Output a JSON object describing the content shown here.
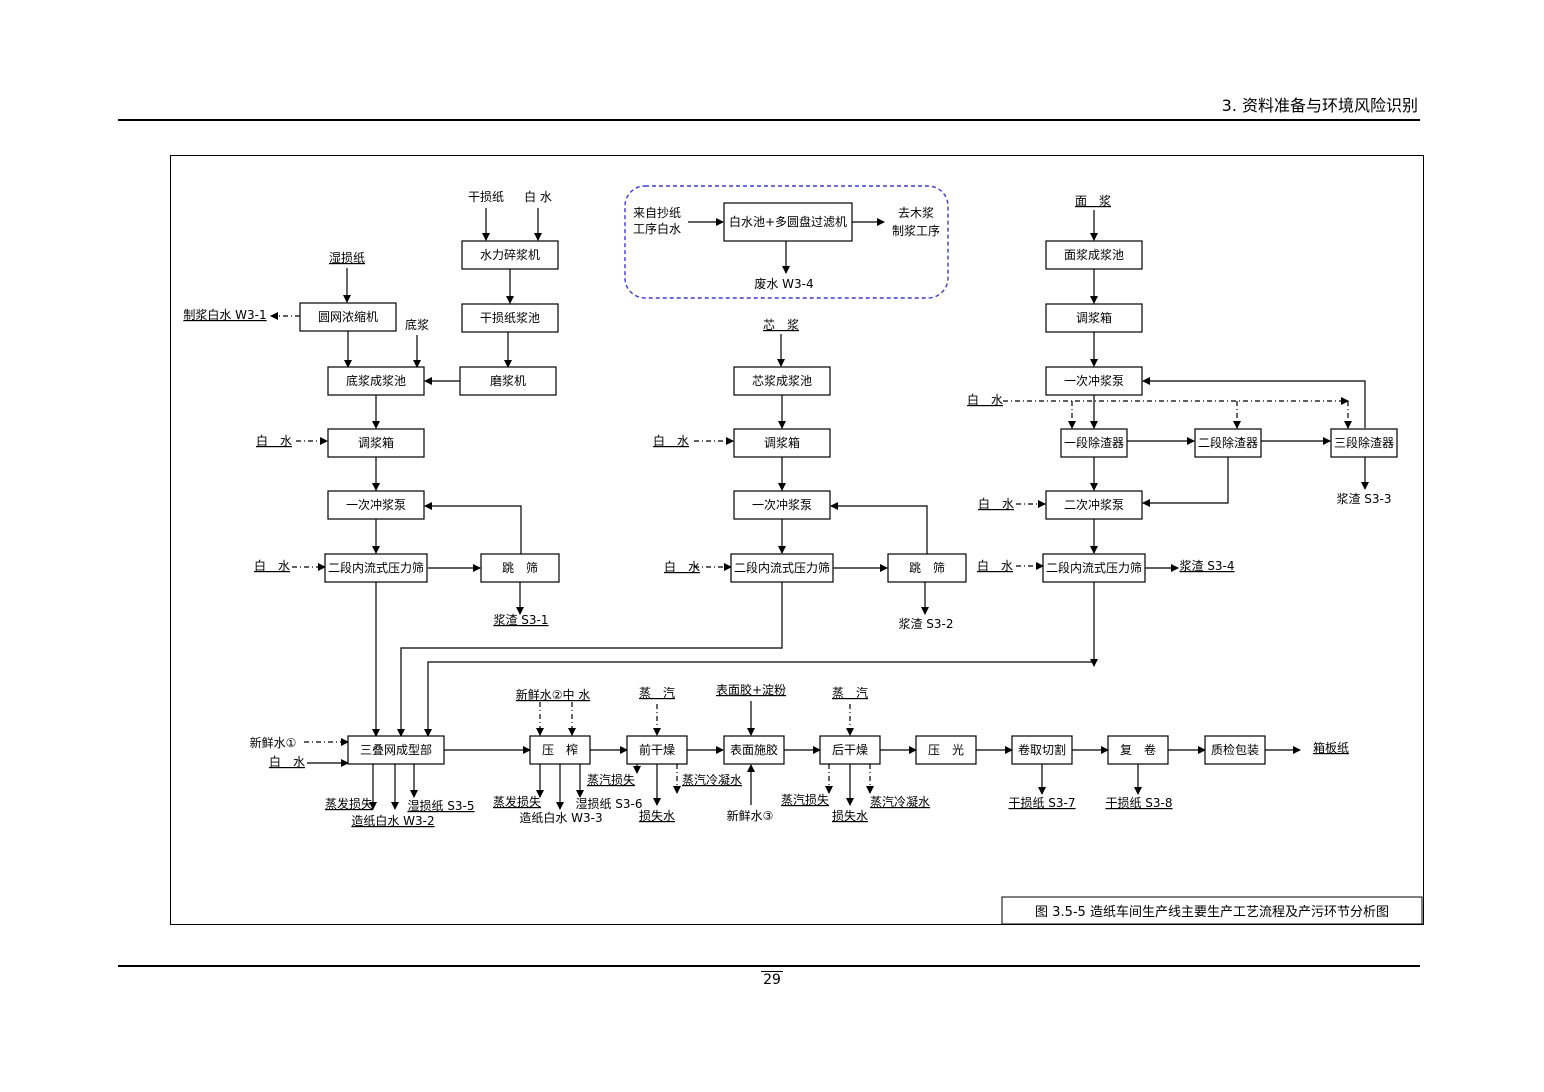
{
  "header": {
    "title": "3. 资料准备与环境风险识别"
  },
  "footer": {
    "page_number": "29"
  },
  "figure": {
    "caption": "图 3.5-5    造纸车间生产线主要生产工艺流程及产污环节分析图"
  },
  "nodes": {
    "hydra_pulper": "水力碎浆机",
    "dry_broke_chest": "干损纸浆池",
    "refiner": "磨浆机",
    "disc_thickener": "圆网浓缩机",
    "bottom_stock_chest": "底浆成浆池",
    "bottom_machine_chest": "调浆箱",
    "bottom_fan_pump": "一次冲浆泵",
    "bottom_pressure_screen": "二段内流式压力筛",
    "bottom_vibrating_screen": "跳　筛",
    "whitewater_filter": "白水池+多圆盘过滤机",
    "core_stock_chest": "芯浆成浆池",
    "core_machine_chest": "调浆箱",
    "core_fan_pump": "一次冲浆泵",
    "core_pressure_screen": "二段内流式压力筛",
    "core_vibrating_screen": "跳　筛",
    "top_stock_chest": "面浆成浆池",
    "top_machine_chest": "调浆箱",
    "top_fan_pump1": "一次冲浆泵",
    "top_cleaner1": "一段除渣器",
    "top_cleaner2": "二段除渣器",
    "top_cleaner3": "三段除渣器",
    "top_fan_pump2": "二次冲浆泵",
    "top_pressure_screen": "二段内流式压力筛",
    "former": "三叠网成型部",
    "press": "压　榨",
    "pre_dryer": "前干燥",
    "size_press": "表面施胶",
    "after_dryer": "后干燥",
    "calender": "压　光",
    "reel": "卷取切割",
    "rewinder": "复　卷",
    "qc_pack": "质检包装"
  },
  "labels": {
    "dry_broke_in": "干损纸",
    "white_water_in1": "白 水",
    "wet_broke": "湿损纸",
    "pulping_whitewater_out": "制浆白水 W3-1",
    "bottom_stock_label": "底浆",
    "white_water_bottom1": "白　水",
    "white_water_bottom2": "白　水",
    "reject_s1": "浆渣 S3-1",
    "from_paper_ww1": "来自抄纸",
    "from_paper_ww2": "工序白水",
    "to_pulping1": "去木浆",
    "to_pulping2": "制浆工序",
    "waste_water_w4": "废水 W3-4",
    "core_stock": "芯　浆",
    "white_water_core1": "白　水",
    "white_water_core2": "白　水",
    "reject_s2": "浆渣 S3-2",
    "top_stock": "面　浆",
    "white_water_top1": "白　水",
    "white_water_top2": "白　水",
    "white_water_top3": "白　水",
    "reject_s3": "浆渣 S3-3",
    "reject_s4": "浆渣 S3-4",
    "fresh_water1": "新鲜水①",
    "white_water_former": "白　水",
    "evap_loss1": "蒸发损失",
    "paper_ww_w2": "造纸白水 W3-2",
    "wet_broke_s5": "湿损纸 S3-5",
    "fresh_water2_mid": "新鲜水②中 水",
    "evap_loss2": "蒸发损失",
    "paper_ww_w3": "造纸白水 W3-3",
    "wet_broke_s6": "湿损纸 S3-6",
    "steam1": "蒸　汽",
    "steam_loss1": "蒸汽损失",
    "loss_water1": "损失水",
    "condensate1": "蒸汽冷凝水",
    "starch": "表面胶+淀粉",
    "fresh_water3": "新鲜水③",
    "steam2": "蒸　汽",
    "steam_loss2": "蒸汽损失",
    "loss_water2": "损失水",
    "condensate2": "蒸汽冷凝水",
    "dry_broke_s7": "干损纸 S3-7",
    "dry_broke_s8": "干损纸 S3-8",
    "product": "箱板纸"
  }
}
